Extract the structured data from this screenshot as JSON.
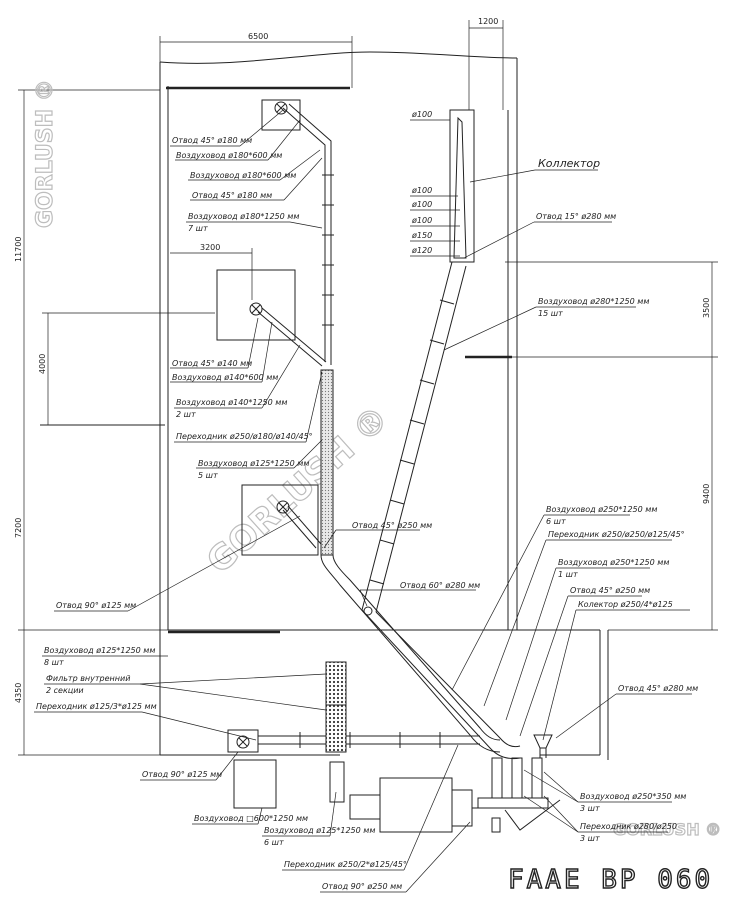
{
  "title": "FAAE BP 060",
  "watermarks": {
    "gorlush": "GORLUSH",
    "gorlush_reg": "GORLUSH ®"
  },
  "dimensions": {
    "d6500": "6500",
    "d1200": "1200",
    "d11700": "11700",
    "d3200": "3200",
    "d4000": "4000",
    "d7200": "7200",
    "d4350": "4350",
    "d3500": "3500",
    "d9400": "9400"
  },
  "collector": {
    "title": "Коллектор",
    "d100a": "ø100",
    "d100b": "ø100",
    "d100c": "ø100",
    "d100d": "ø100",
    "d150": "ø150",
    "d120": "ø120"
  },
  "labels": {
    "l1": "Отвод 45° ø180 мм",
    "l2": "Воздуховод ø180*600 мм",
    "l3": "Воздуховод ø180*600 мм",
    "l4": "Отвод 45° ø180 мм",
    "l5a": "Воздуховод ø180*1250 мм",
    "l5b": "7 шт",
    "l6": "Отвод 45° ø140 мм",
    "l7": "Воздуховод ø140*600 мм",
    "l8a": "Воздуховод ø140*1250 мм",
    "l8b": "2 шт",
    "l9": "Переходник ø250/ø180/ø140/45°",
    "l10a": "Воздуховод ø125*1250 мм",
    "l10b": "5 шт",
    "l11": "Отвод 45° ø250 мм",
    "l12": "Отвод 60° ø280 мм",
    "l13": "Отвод 90° ø125 мм",
    "l14a": "Воздуховод ø125*1250 мм",
    "l14b": "8 шт",
    "l15a": "Фильтр внутренний",
    "l15b": "2 секции",
    "l16": "Переходник ø125/3*ø125 мм",
    "l17": "Отвод 90° ø125 мм",
    "l18": "Воздуховод □600*1250 мм",
    "l19a": "Воздуховод ø125*1250 мм",
    "l19b": "6 шт",
    "l20": "Переходник ø250/2*ø125/45°",
    "l21": "Отвод 90° ø250 мм",
    "r1": "Отвод 15° ø280 мм",
    "r2a": "Воздуховод ø280*1250 мм",
    "r2b": "15 шт",
    "r3a": "Воздуховод ø250*1250 мм",
    "r3b": "6 шт",
    "r4": "Переходник ø250/ø250/ø125/45°",
    "r5a": "Воздуховод ø250*1250 мм",
    "r5b": "1 шт",
    "r6": "Отвод 45° ø250 мм",
    "r7": "Колектор ø250/4*ø125",
    "r8": "Отвод 45° ø280 мм",
    "r9a": "Воздуховод ø250*350 мм",
    "r9b": "3 шт",
    "r10a": "Переходник ø280/ø250",
    "r10b": "3 шт"
  }
}
